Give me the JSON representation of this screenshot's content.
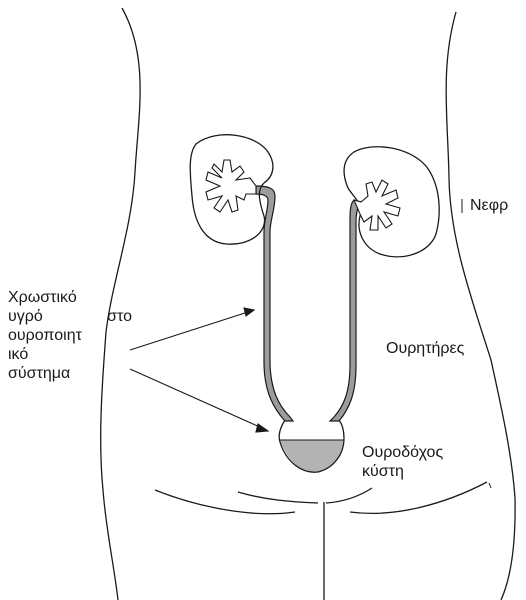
{
  "diagram": {
    "labels": {
      "fluid": [
        "Χρωστικό",
        "υγρό στο",
        "ουροποιητ",
        "ικό",
        "σύστημα"
      ],
      "kidney": "Νεφρ",
      "ureters": "Ουρητήρες",
      "bladder": [
        "Ουροδόχος",
        "κύστη"
      ]
    },
    "colors": {
      "outline": "#1a1a1a",
      "ureter_fill": "#9c9c9c",
      "urine_fill": "#b3b3b3",
      "background": "#ffffff"
    }
  }
}
